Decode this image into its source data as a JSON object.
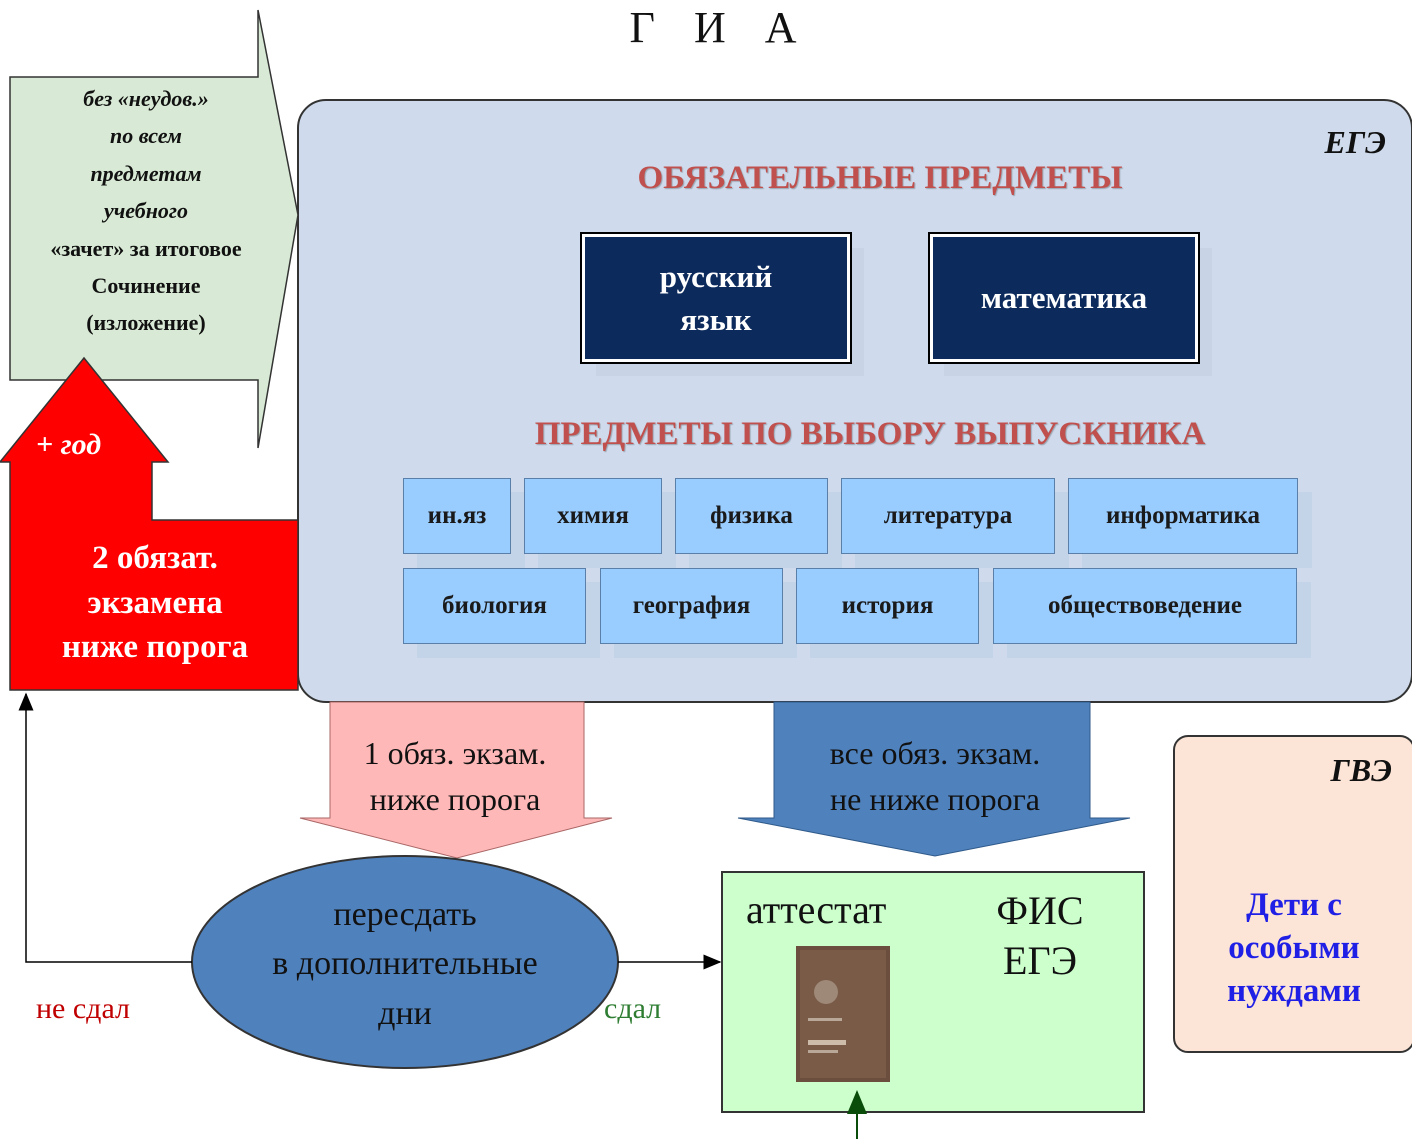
{
  "title": "Г И А",
  "ege": {
    "label": "ЕГЭ",
    "mandatory_heading": "ОБЯЗАТЕЛЬНЫЕ ПРЕДМЕТЫ",
    "mandatory": [
      "русский язык",
      "математика"
    ],
    "elective_heading": "ПРЕДМЕТЫ ПО ВЫБОРУ ВЫПУСКНИКА",
    "electives_row1": [
      "ин.яз",
      "химия",
      "физика",
      "литература",
      "информатика"
    ],
    "electives_row2": [
      "биология",
      "география",
      "история",
      "обществоведение"
    ]
  },
  "admission": {
    "line1": "без «неудов.»",
    "line2": "по всем",
    "line3": "предметам",
    "line4": "учебного",
    "line5": "«зачет» за итоговое",
    "line6": "Сочинение",
    "line7": "(изложение)"
  },
  "repeat_year": {
    "plus_year": "+ год",
    "line1": "2 обязат.",
    "line2": "экзамена",
    "line3": "ниже порога"
  },
  "one_failed": {
    "line1": "1 обяз. экзам.",
    "line2": "ниже порога"
  },
  "all_passed": {
    "line1": "все обяз. экзам.",
    "line2": "не ниже порога"
  },
  "retake": {
    "line1": "пересдать",
    "line2": "в дополнительные",
    "line3": "дни"
  },
  "status": {
    "fail": "не сдал",
    "pass": "сдал"
  },
  "result": {
    "certificate": "аттестат",
    "fis_line1": "ФИС",
    "fis_line2": "ЕГЭ"
  },
  "gve": {
    "label": "ГВЭ",
    "line1": "Дети с",
    "line2": "особыми",
    "line3": "нуждами"
  },
  "colors": {
    "ege_panel": "#cfdbec",
    "mandatory_box": "#0d2a5c",
    "subject_box": "#99ccff",
    "heading_red": "#c0504d",
    "admission_arrow": "#d8ead5",
    "repeat_red": "#ff0000",
    "pink_arrow": "#ffb8b8",
    "blue_arrow": "#4f81bd",
    "ellipse": "#4f81bd",
    "result_box": "#ccffcc",
    "gve_box": "#fce4d6",
    "special_text": "#1f1fe6"
  }
}
